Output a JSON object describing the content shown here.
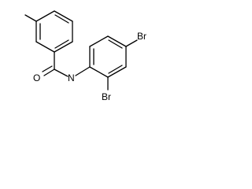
{
  "molecule": {
    "atom_labels": {
      "oxygen": "O",
      "nitrogen": "N",
      "bromine_top": "Br",
      "bromine_bottom": "Br"
    },
    "colors": {
      "background": "#ffffff",
      "bond": "#000000",
      "label": "#000000"
    }
  }
}
